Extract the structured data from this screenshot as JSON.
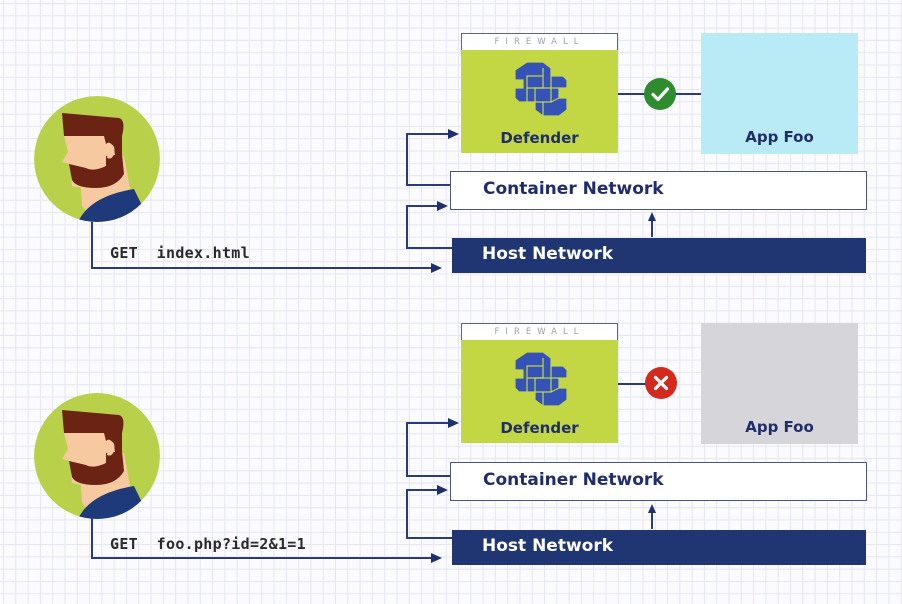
{
  "colors": {
    "avatar_bg": "#b9d14a",
    "hair": "#6b2414",
    "skin": "#f6c9a0",
    "shirt": "#1f3a7a",
    "defender_bg": "#c3d643",
    "defender_logo": "#3452b8",
    "app_allowed_bg": "#b8ebf5",
    "app_blocked_bg": "#d6d6da",
    "allowed": "#2e8b2e",
    "blocked": "#d42a1e",
    "host_network_bg": "#1f3672",
    "text_dark": "#1f2d6b"
  },
  "scenarios": [
    {
      "request": "GET  index.html",
      "firewall_label": "FIREWALL",
      "defender_label": "Defender",
      "status": "allowed",
      "status_icon": "check-icon",
      "app_label": "App Foo",
      "container_network_label": "Container Network",
      "host_network_label": "Host Network"
    },
    {
      "request": "GET  foo.php?id=2&1=1",
      "firewall_label": "FIREWALL",
      "defender_label": "Defender",
      "status": "blocked",
      "status_icon": "x-icon",
      "app_label": "App Foo",
      "container_network_label": "Container Network",
      "host_network_label": "Host Network"
    }
  ]
}
